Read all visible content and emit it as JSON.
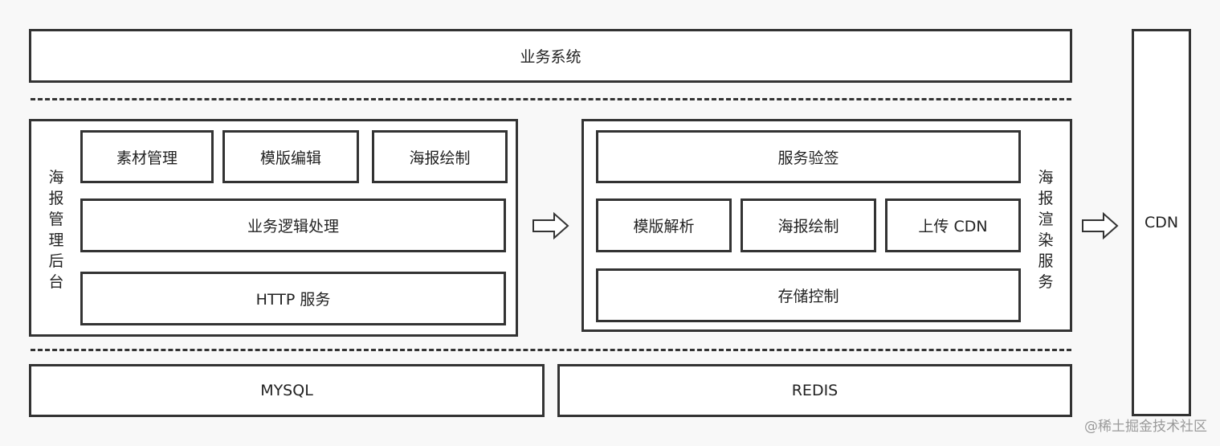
{
  "top": {
    "business_system": "业务系统"
  },
  "admin": {
    "label": "海报管理后台",
    "material_mgmt": "素材管理",
    "template_edit": "模版编辑",
    "poster_draw": "海报绘制",
    "business_logic": "业务逻辑处理",
    "http_service": "HTTP 服务"
  },
  "render": {
    "label": "海报渲染服务",
    "service_auth": "服务验签",
    "template_parse": "模版解析",
    "poster_draw": "海报绘制",
    "upload_cdn": "上传 CDN",
    "storage_control": "存储控制"
  },
  "storage": {
    "mysql": "MYSQL",
    "redis": "REDIS"
  },
  "cdn": {
    "label": "CDN"
  },
  "watermark": "@稀土掘金技术社区"
}
